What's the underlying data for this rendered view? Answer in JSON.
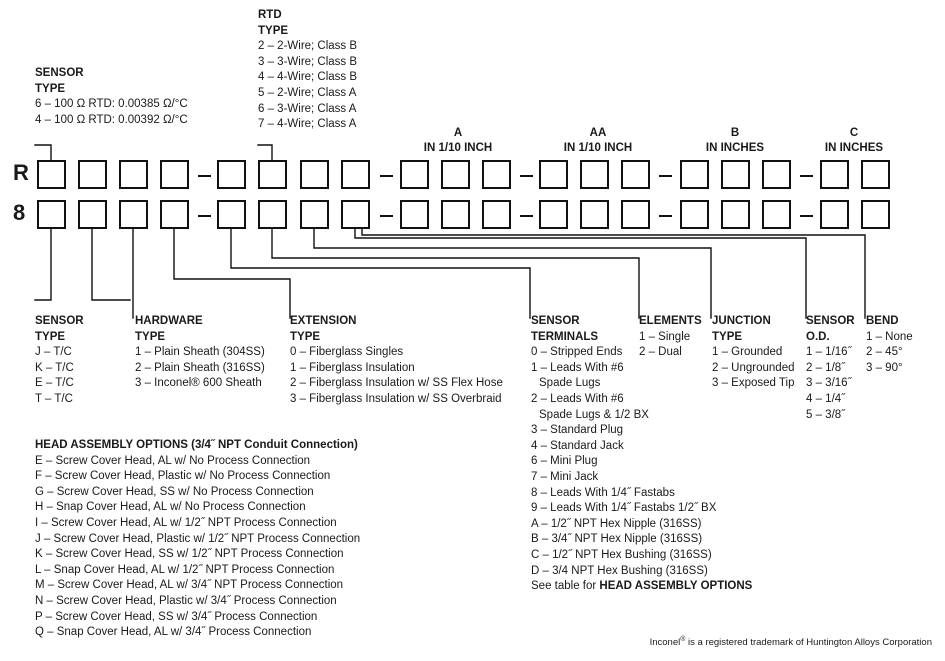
{
  "sensor_type": {
    "heading": [
      "SENSOR",
      "TYPE"
    ],
    "options": [
      "6 – 100 Ω RTD: 0.00385 Ω/°C",
      "4 – 100 Ω RTD: 0.00392 Ω/°C"
    ]
  },
  "rtd_type": {
    "heading": [
      "RTD",
      "TYPE"
    ],
    "options": [
      "2 – 2-Wire; Class B",
      "3 – 3-Wire; Class B",
      "4 – 4-Wire; Class B",
      "5 – 2-Wire; Class A",
      "6 – 3-Wire; Class A",
      "7 – 4-Wire; Class A"
    ]
  },
  "group_headers": [
    {
      "line1": "A",
      "line2": "IN 1/10 INCH"
    },
    {
      "line1": "AA",
      "line2": "IN 1/10 INCH"
    },
    {
      "line1": "B",
      "line2": "IN INCHES"
    },
    {
      "line1": "C",
      "line2": "IN INCHES"
    }
  ],
  "rows": [
    {
      "letter": "R"
    },
    {
      "letter": "8"
    }
  ],
  "sensor_tc": {
    "heading": [
      "SENSOR",
      "TYPE"
    ],
    "options": [
      "J – T/C",
      "K – T/C",
      "E – T/C",
      "T – T/C"
    ]
  },
  "hardware": {
    "heading": [
      "HARDWARE",
      "TYPE"
    ],
    "options": [
      "1 – Plain Sheath (304SS)",
      "2 – Plain Sheath (316SS)",
      "3 – Inconel® 600 Sheath"
    ]
  },
  "extension": {
    "heading": [
      "EXTENSION",
      "TYPE"
    ],
    "options": [
      "0 – Fiberglass Singles",
      "1 – Fiberglass Insulation",
      "2 – Fiberglass Insulation w/ SS Flex Hose",
      "3 – Fiberglass Insulation w/ SS Overbraid"
    ]
  },
  "terminals": {
    "heading": [
      "SENSOR",
      "TERMINALS"
    ],
    "options": [
      "0 – Stripped Ends",
      "1 – Leads With #6",
      "Spade Lugs",
      "2 – Leads With #6",
      "Spade Lugs & 1/2 BX",
      "3 – Standard Plug",
      "4 – Standard Jack",
      "6 – Mini Plug",
      "7 – Mini Jack",
      "8 – Leads With 1/4˝ Fastabs",
      "9 – Leads With 1/4˝ Fastabs 1/2˝ BX",
      "A – 1/2˝ NPT Hex Nipple (316SS)",
      "B – 3/4˝ NPT Hex Nipple (316SS)",
      "C – 1/2˝ NPT Hex Bushing (316SS)",
      "D – 3/4 NPT Hex Bushing (316SS)"
    ],
    "note_prefix": "See table for ",
    "note_bold": "HEAD ASSEMBLY OPTIONS"
  },
  "elements": {
    "heading": [
      "ELEMENTS"
    ],
    "options": [
      "1 – Single",
      "2 – Dual"
    ]
  },
  "junction": {
    "heading": [
      "JUNCTION",
      "TYPE"
    ],
    "options": [
      "1 – Grounded",
      "2 – Ungrounded",
      "3 – Exposed Tip"
    ]
  },
  "sensor_od": {
    "heading": [
      "SENSOR",
      "O.D."
    ],
    "options": [
      "1 – 1/16˝",
      "2 – 1/8˝",
      "3 – 3/16˝",
      "4 – 1/4˝",
      "5 – 3/8˝"
    ]
  },
  "bend": {
    "heading": [
      "BEND"
    ],
    "options": [
      "1 – None",
      "2 – 45°",
      "3 – 90°"
    ]
  },
  "head_assembly": {
    "heading": "HEAD ASSEMBLY OPTIONS (3/4˝ NPT Conduit Connection)",
    "options": [
      "E – Screw Cover Head, AL w/ No Process Connection",
      "F – Screw Cover Head, Plastic w/ No Process Connection",
      "G – Screw Cover Head, SS w/ No Process Connection",
      "H – Snap Cover Head, AL w/ No Process Connection",
      "I – Screw Cover Head, AL w/ 1/2˝ NPT Process Connection",
      "J – Screw Cover Head, Plastic w/ 1/2˝ NPT Process Connection",
      "K – Screw Cover Head, SS w/ 1/2˝ NPT Process Connection",
      "L – Snap Cover Head, AL w/ 1/2˝ NPT Process Connection",
      "M – Screw Cover Head, AL w/ 3/4˝ NPT Process Connection",
      "N – Screw Cover Head, Plastic w/ 3/4˝ Process Connection",
      "P – Screw Cover Head, SS w/ 3/4˝ Process Connection",
      "Q – Snap Cover Head, AL w/ 3/4˝ Process Connection"
    ]
  },
  "footnote": {
    "brand": "Inconel",
    "reg": "®",
    "text": " is a registered trademark of Huntington Alloys Corporation"
  }
}
